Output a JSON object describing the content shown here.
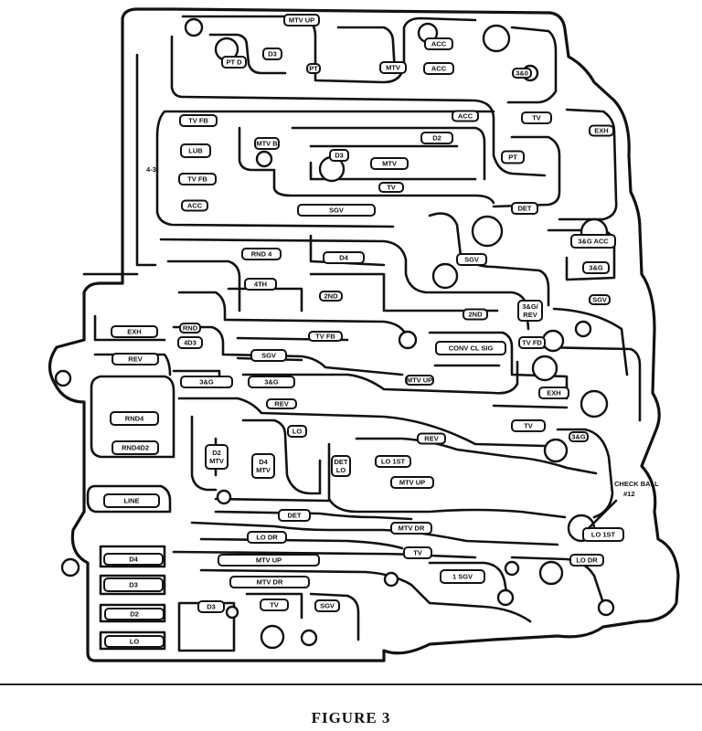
{
  "figure_caption": "FIGURE 3",
  "callout": {
    "line1": "CHECK BALL",
    "line2": "#12"
  },
  "passage_labels": {
    "mtv_up_top": "MTV UP",
    "pt_d": "PT D",
    "d3_top": "D3",
    "pt_small": "PT",
    "acc_top": "ACC",
    "mtv_top": "MTV",
    "acc_mid": "ACC",
    "gear_3_4": "3&0",
    "tv_fb": "TV FB",
    "acc_right": "ACC",
    "tv_right": "TV",
    "lube": "LUB",
    "mtv_b": "MTV B",
    "d2_mid": "D2",
    "exh_right": "EXH",
    "side_4_3": "4-3",
    "d3_mid": "D3",
    "pt_mid": "PT",
    "mtv_mid": "MTV",
    "tv_fb2": "TV FB",
    "tv_mid": "TV",
    "acc_left": "ACC",
    "sgv_mid": "SGV",
    "det": "DET",
    "rnd4_box": "RND 4",
    "d4_mid": "D4",
    "sgv_right": "SGV",
    "gear_3_4_acc": "3&G ACC",
    "gear_3_4_b": "3&G",
    "sgv_far": "SGV",
    "fourth": "4TH",
    "second": "2ND",
    "second_b": "2ND",
    "gear_3_4_rev": "3&G/ REV",
    "exh_left": "EXH",
    "rnd_a": "RND",
    "d3_left": "4D3",
    "tv_fb3": "TV FB",
    "conv_cl_sig": "CONV CL SIG",
    "tv_fd": "TV FD",
    "rev_left": "REV",
    "sgv_low": "SGV",
    "gear_3_4_c": "3&G",
    "gear_3_4_d": "3&G",
    "mtv_up_mid": "MTV UP",
    "exh_low": "EXH",
    "rnd4": "RND4",
    "rev_mid": "REV",
    "tv_low": "TV",
    "rnd4d2": "RND4D2",
    "lo": "LO",
    "rev_low": "REV",
    "gear_3_4_e": "3&G",
    "d2_mtv": "D2 MTV",
    "d4_mtv": "D4 MTV",
    "det_lo": "DET LO",
    "lo_1st": "LO 1ST",
    "mtv_up_low": "MTV UP",
    "line": "LINE",
    "det_low": "DET",
    "lo_dr": "LO DR",
    "mtv_dr": "MTV DR",
    "lo_1st_right": "LO 1ST",
    "d4_low": "D4",
    "mtv_up_bottom": "MTV UP",
    "tv_bottom": "TV",
    "lo_dr_right": "LO DR",
    "d3_low": "D3",
    "mtv_dr_bottom": "MTV DR",
    "one_sgv": "1 SGV",
    "d2_low": "D2",
    "d3_bottom": "D3",
    "tv_b2": "TV",
    "sgv_b": "SGV",
    "lo_bottom": "LO"
  }
}
